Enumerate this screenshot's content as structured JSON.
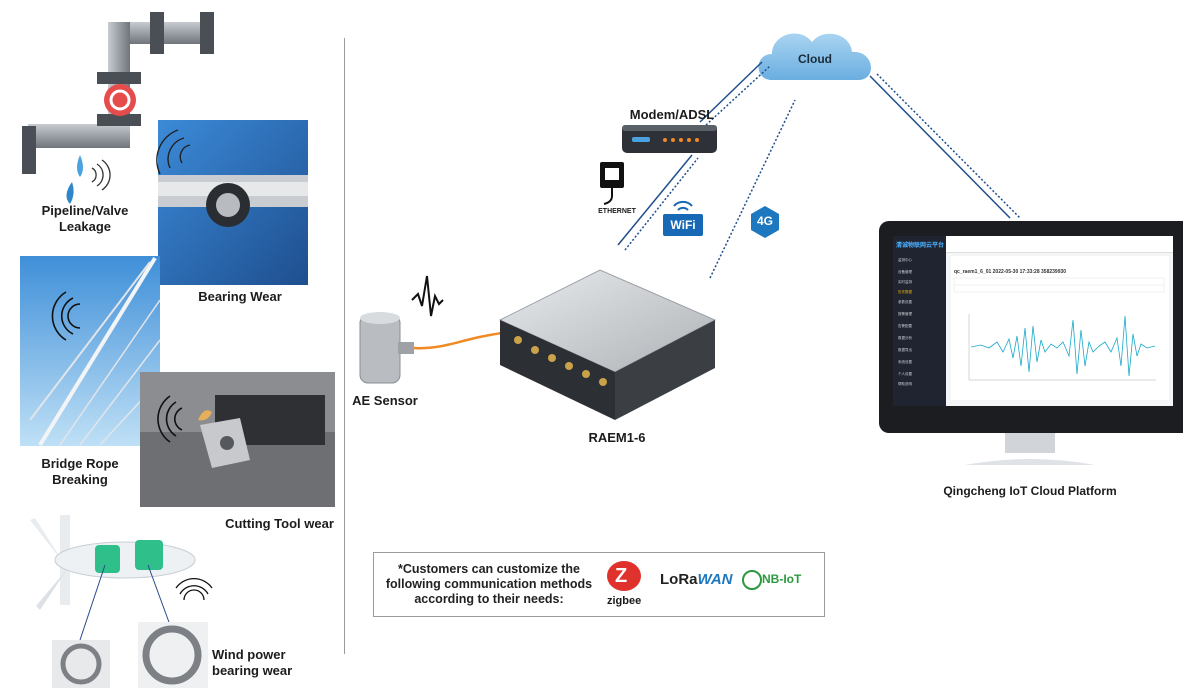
{
  "labels": {
    "pipeline": [
      "Pipeline/Valve",
      "Leakage"
    ],
    "bearing": "Bearing Wear",
    "bridge": [
      "Bridge Rope",
      "Breaking"
    ],
    "cutting": "Cutting Tool wear",
    "wind": [
      "Wind power",
      "bearing wear"
    ],
    "ae_sensor": "AE Sensor",
    "raem": "RAEM1-6",
    "modem": "Modem/ADSL",
    "ethernet": "ETHERNET",
    "wifi": "WiFi",
    "four_g": "4G",
    "cloud": "Cloud",
    "platform": "Qingcheng IoT Cloud Platform"
  },
  "note": {
    "text": [
      "*Customers can customize the",
      "following communication methods",
      "according to their needs:"
    ],
    "zigbee": "zigbee",
    "lorawan_lo": "LoRa",
    "lorawan_wan": "WAN",
    "nbiot": "NB-IoT"
  },
  "screen": {
    "title": "清诚物联网云平台",
    "heading": "qc_raem1_6_01 2022-05-30 17:33:28 358239930",
    "menu": [
      "监测中心",
      "设备管理",
      "实时监测",
      "历史数据",
      "参数设置",
      "报警管理",
      "告警配置",
      "数据分析",
      "数据导出",
      "系统设置",
      "个人设置",
      "帮助说明"
    ]
  },
  "colors": {
    "line_blue": "#1f4e8c",
    "cloud": "#8ec3e8",
    "cable": "#f08a24",
    "wifi_bg": "#1769b5",
    "four_g_bg": "#1e78c0",
    "nbiot": "#2b9a3f",
    "zigbee": "#e0322c"
  }
}
